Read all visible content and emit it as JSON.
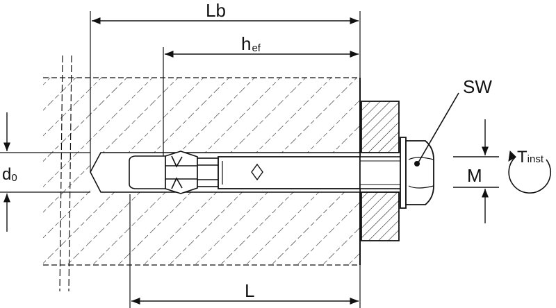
{
  "diagram": {
    "labels": {
      "lb": "Lb",
      "h_main": "h",
      "h_sub": "ef",
      "sw": "SW",
      "d_main": "d",
      "d_sub": "0",
      "m": "M",
      "t_main": "T",
      "t_sub": "inst",
      "l": "L"
    },
    "colors": {
      "line": "#111111",
      "background": "#ffffff"
    }
  }
}
